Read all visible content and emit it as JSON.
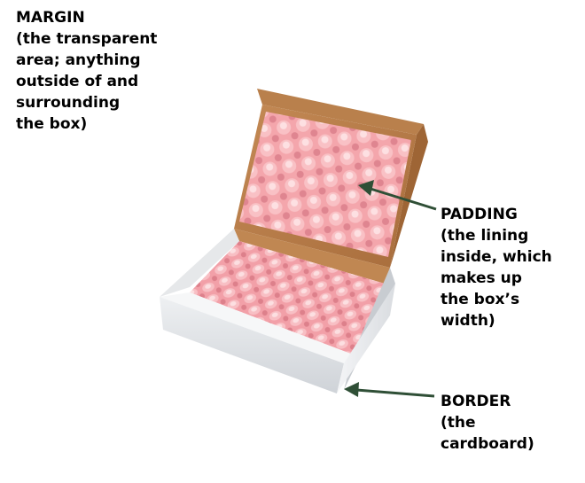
{
  "labels": {
    "margin": {
      "title": "MARGIN",
      "description": "(the transparent\narea; anything\noutside of and\nsurrounding\nthe box)"
    },
    "padding": {
      "title": "PADDING",
      "description": "(the lining\ninside, which\nmakes up\nthe box’s\nwidth)"
    },
    "border": {
      "title": "BORDER",
      "description": "(the\ncardboard)"
    }
  },
  "colors": {
    "arrow": "#2f4f36",
    "foam": "#f4a6ac",
    "foam_shadow": "#e07f89",
    "cardboard_brown": "#b87d4a",
    "cardboard_white": "#eceef0"
  }
}
